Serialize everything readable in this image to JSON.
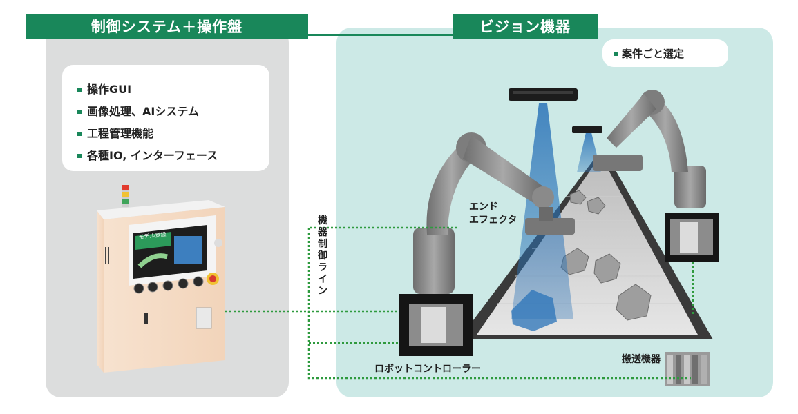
{
  "headers": {
    "control": "制御システム＋操作盤",
    "vision": "ビジョン機器"
  },
  "features": [
    "操作GUI",
    "画像処理、AIシステム",
    "工程管理機能",
    "各種IO, インターフェース"
  ],
  "selection_note": "案件ごと選定",
  "labels": {
    "end_effector_line1": "エンド",
    "end_effector_line2": "エフェクタ",
    "control_line": "機器制御ライン",
    "robot_controller": "ロボットコントローラー",
    "conveyor_equipment": "搬送機器"
  },
  "cabinet_screen": {
    "title": "モデル登録"
  },
  "colors": {
    "accent_green": "#19875a",
    "left_panel": "#dcdddd",
    "right_panel": "#cce9e6",
    "dotted_line": "#2e9a3e",
    "camera_beam": "#2a73b8"
  }
}
